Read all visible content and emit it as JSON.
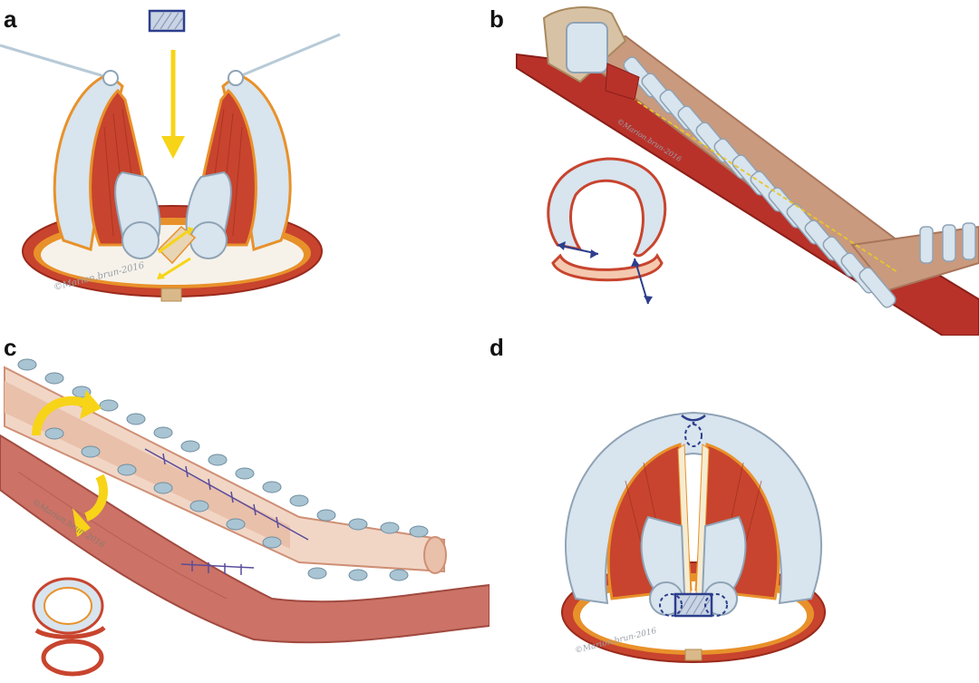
{
  "panels": [
    {
      "label": "a",
      "watermark": "©Marion.brun-2016"
    },
    {
      "label": "b",
      "watermark": "©Marion.brun-2016"
    },
    {
      "label": "c",
      "watermark": "©Marion.brun-2016"
    },
    {
      "label": "d",
      "watermark": "©Marion.brun-2016"
    }
  ],
  "colors": {
    "cartilage": "#d8e4ee",
    "cartilage_edge": "#8fa3b5",
    "muscle": "#c8442e",
    "muscle_light": "#e2705a",
    "mucosa_orange": "#e8912a",
    "membrane_cream": "#f6ecd2",
    "suture_blue": "#2c3e8c",
    "arrow_yellow": "#f7d417",
    "tissue_pink": "#e8a68a"
  }
}
